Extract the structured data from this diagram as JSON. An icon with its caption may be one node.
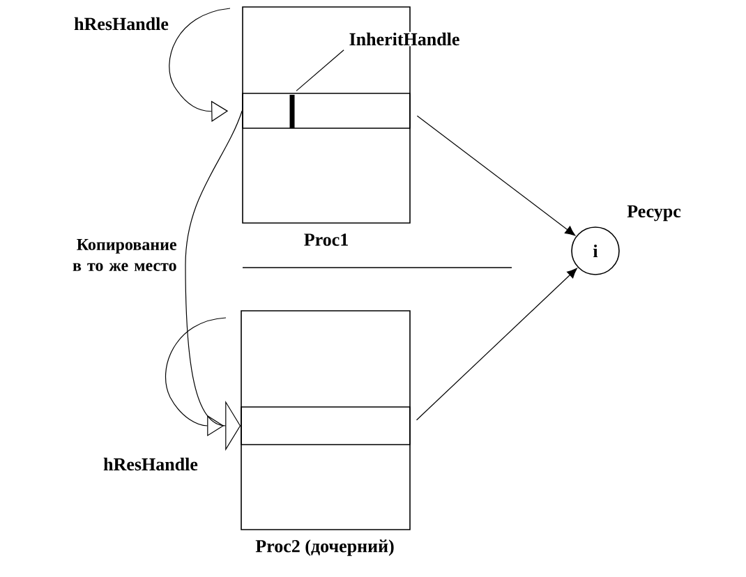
{
  "diagram": {
    "nodes": [
      {
        "text": [
          "Proc1"
        ]
      },
      {
        "text": [],
        "shape": "box",
        "in": 0
      },
      {
        "text": [],
        "shape": "bar",
        "in": 1
      },
      {
        "text": [
          "InheritHandle"
        ]
      },
      {
        "text": [
          "i"
        ],
        "beside": [
          "Ресурс"
        ]
      },
      {
        "text": [
          "Proc2 (дочерний)"
        ]
      },
      {
        "text": [],
        "shape": "box",
        "in": 5
      }
    ],
    "edges": [
      {
        "from": null,
        "to": 1,
        "arrow": "to"
      },
      {
        "from": 3,
        "to": 2,
        "arrow": "none"
      },
      {
        "from": 1,
        "to": 4,
        "arrow": "to"
      },
      {
        "from": 1,
        "to": 6,
        "arrow": "to",
        "label": "Копирование в то же место"
      },
      {
        "from": null,
        "to": 6,
        "arrow": "to"
      },
      {
        "from": 6,
        "to": 4,
        "arrow": "to"
      }
    ],
    "labels": [
      "hResHandle",
      "hResHandle"
    ]
  }
}
